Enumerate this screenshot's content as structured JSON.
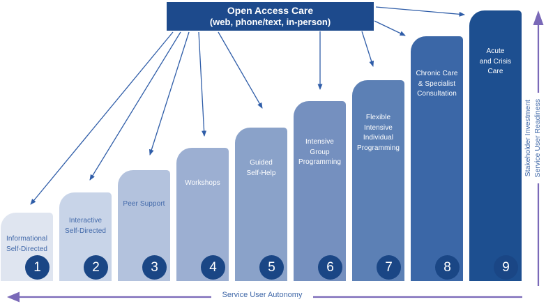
{
  "header": {
    "title": "Open Access Care",
    "subtitle": "(web, phone/text, in-person)"
  },
  "steps": [
    {
      "number": "1",
      "label": "Informational\nSelf-Directed",
      "color": "#DFE5F0",
      "label_color": "#4168A9"
    },
    {
      "number": "2",
      "label": "Interactive\nSelf-Directed",
      "color": "#C8D4E8",
      "label_color": "#4168A9"
    },
    {
      "number": "3",
      "label": "Peer Support",
      "color": "#B3C2DD",
      "label_color": "#4168A9"
    },
    {
      "number": "4",
      "label": "Workshops",
      "color": "#9CAFD2",
      "label_color": "#FFFFFF"
    },
    {
      "number": "5",
      "label": "Guided\nSelf-Help",
      "color": "#8AA2C9",
      "label_color": "#FFFFFF"
    },
    {
      "number": "6",
      "label": "Intensive\nGroup\nProgramming",
      "color": "#7590BF",
      "label_color": "#FFFFFF"
    },
    {
      "number": "7",
      "label": "Flexible\nIntensive\nIndividual\nProgramming",
      "color": "#5C80B5",
      "label_color": "#FFFFFF"
    },
    {
      "number": "8",
      "label": "Chronic Care\n& Specialist\nConsultation",
      "color": "#3B67A7",
      "label_color": "#FFFFFF"
    },
    {
      "number": "9",
      "label": "Acute\nand Crisis\nCare",
      "color": "#1D4F90",
      "label_color": "#FFFFFF"
    }
  ],
  "axes": {
    "bottom_label": "Service User Autonomy",
    "right_label_line1": "Stakeholder Investment",
    "right_label_line2": "Service User Readiness"
  },
  "colors": {
    "palette": {
      "header-bg": "#1D4A8C",
      "header-text": "#FFFFFF",
      "arrow-blue": "#2F5DA8",
      "axis-purple": "#7A69B8",
      "axis-text-blue": "#4068A8",
      "circle-bg": "#1A4685",
      "circle-text": "#FFFFFF"
    }
  }
}
